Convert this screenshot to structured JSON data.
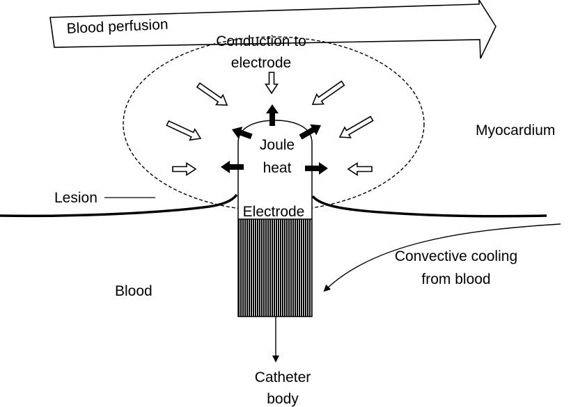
{
  "labels": {
    "blood_perfusion": "Blood perfusion",
    "conduction_line1": "Conduction to",
    "conduction_line2": "electrode",
    "myocardium": "Myocardium",
    "joule_line1": "Joule",
    "joule_line2": "heat",
    "lesion": "Lesion",
    "electrode": "Electrode",
    "convective_line1": "Convective cooling",
    "convective_line2": "from blood",
    "blood": "Blood",
    "catheter_line1": "Catheter",
    "catheter_line2": "body"
  },
  "colors": {
    "ink": "#000000",
    "background": "#ffffff"
  }
}
